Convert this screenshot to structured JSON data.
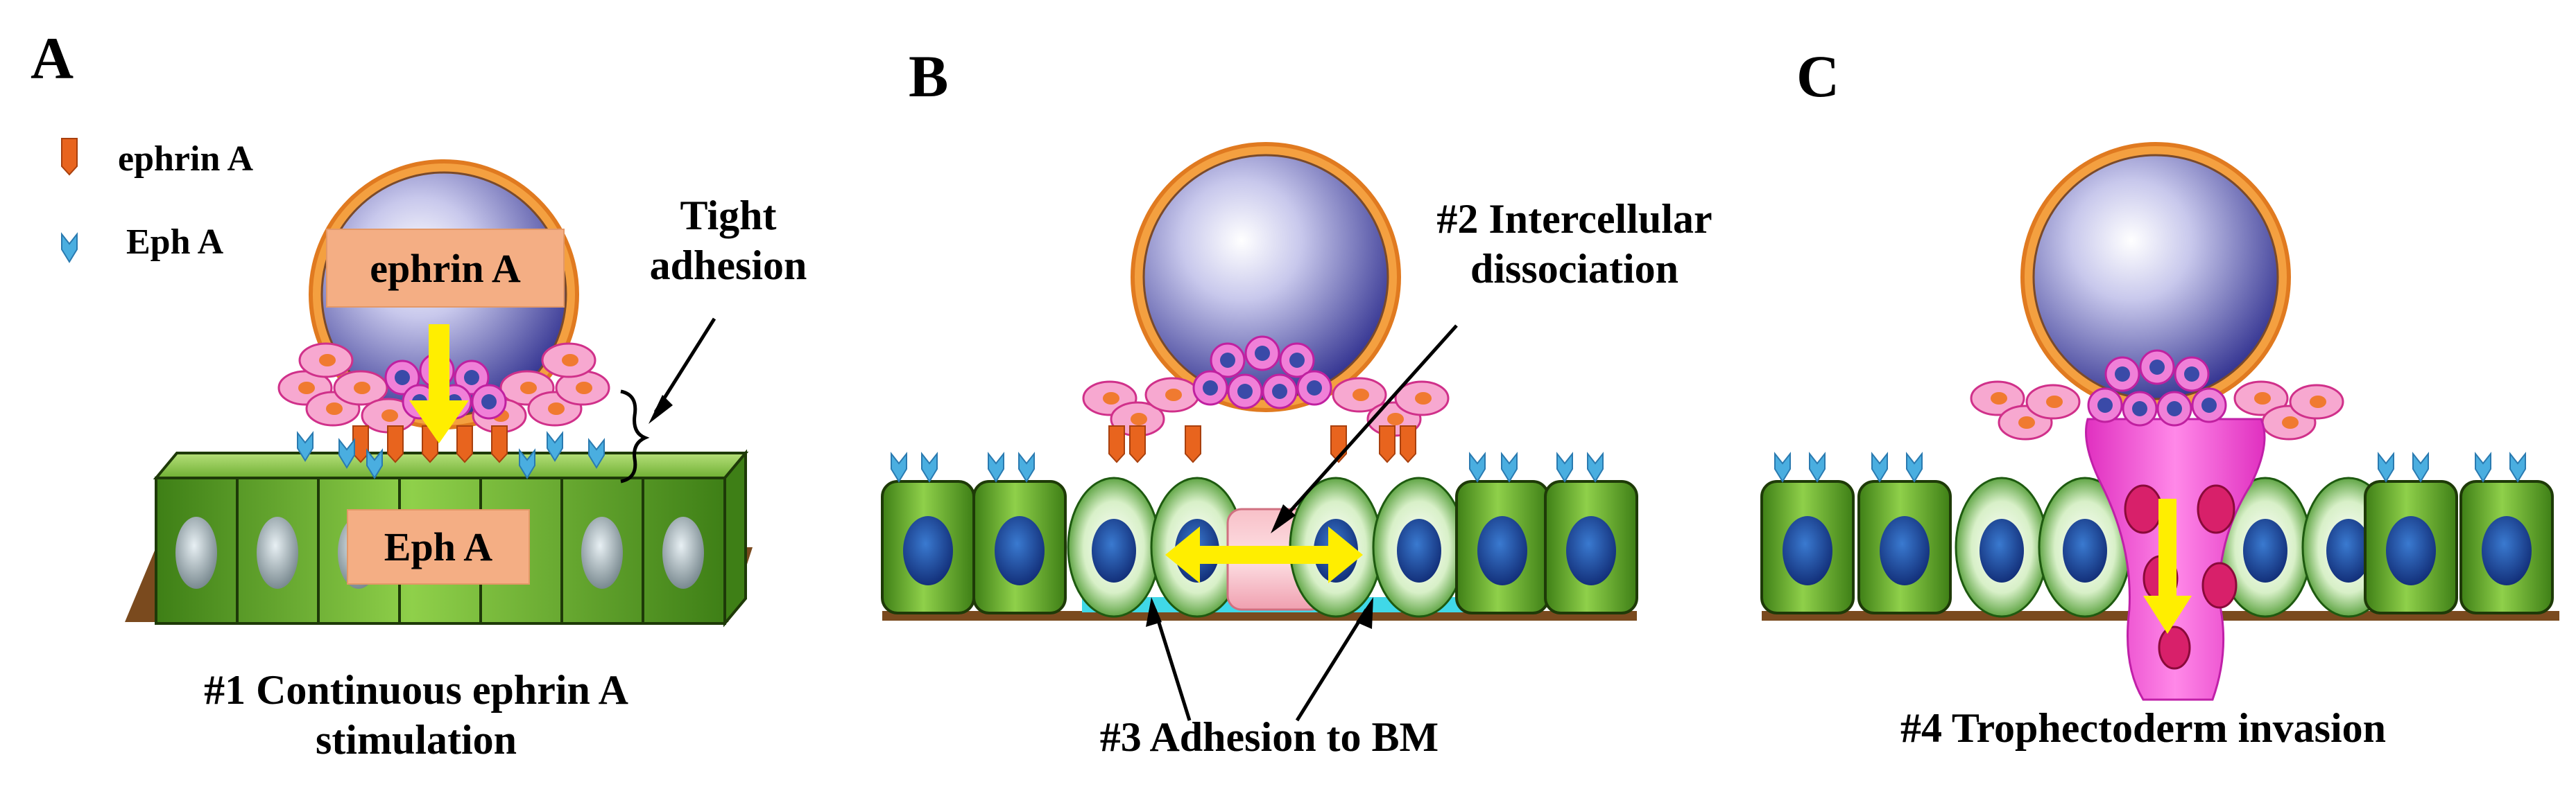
{
  "panels": {
    "a": {
      "letter": "A",
      "legend": {
        "ephrin_label": "ephrin A",
        "eph_label": "Eph A"
      },
      "ligand_box": "ephrin A",
      "receptor_box": "Eph A",
      "annotation": [
        "Tight",
        "adhesion"
      ],
      "caption": [
        "#1 Continuous ephrin A",
        "stimulation"
      ]
    },
    "b": {
      "letter": "B",
      "annotation": [
        "#2 Intercellular",
        "dissociation"
      ],
      "caption": "#3 Adhesion to BM"
    },
    "c": {
      "letter": "C",
      "caption": "#4 Trophectoderm invasion"
    }
  },
  "colors": {
    "epithelium_green": "#5aa028",
    "nucleus_blue": "#1f4fa0",
    "embryo_blue": "#3c3c9a",
    "trophectoderm_orange": "#f08a30",
    "ephrin_orange": "#e8641e",
    "eph_blue": "#4aaee0",
    "arrow_yellow": "#ffee00",
    "invasion_magenta": "#ee44cc",
    "basement_brown": "#7a4a1e"
  }
}
